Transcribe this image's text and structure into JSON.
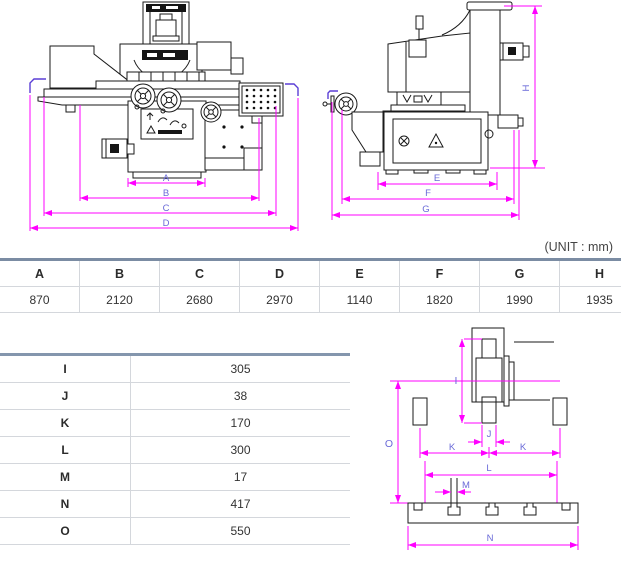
{
  "unit_note": "(UNIT : mm)",
  "top_table": {
    "headers": [
      "A",
      "B",
      "C",
      "D",
      "E",
      "F",
      "G",
      "H"
    ],
    "values": [
      "870",
      "2120",
      "2680",
      "2970",
      "1140",
      "1820",
      "1990",
      "1935"
    ]
  },
  "side_table": {
    "rows": [
      [
        "I",
        "305"
      ],
      [
        "J",
        "38"
      ],
      [
        "K",
        "170"
      ],
      [
        "L",
        "300"
      ],
      [
        "M",
        "17"
      ],
      [
        "N",
        "417"
      ],
      [
        "O",
        "550"
      ]
    ]
  },
  "diagrams": {
    "front": {
      "dims": [
        "A",
        "B",
        "C",
        "D"
      ]
    },
    "side": {
      "dims": [
        "E",
        "F",
        "G",
        "H"
      ]
    },
    "section": {
      "dims": [
        "I",
        "J",
        "K",
        "K",
        "L",
        "M",
        "N",
        "O"
      ]
    }
  },
  "colors": {
    "dimension_line": "#ff00ff",
    "dimension_label": "#6a6ad8",
    "table_edge_mark": "#5b3fd6",
    "table_top_border": "#7b8ca3",
    "drawing_line": "#1a1a1a"
  },
  "chart_data": {
    "type": "table",
    "title": "Machine dimensions (UNIT : mm)",
    "series": [
      {
        "name": "A-H",
        "categories": [
          "A",
          "B",
          "C",
          "D",
          "E",
          "F",
          "G",
          "H"
        ],
        "values": [
          870,
          2120,
          2680,
          2970,
          1140,
          1820,
          1990,
          1935
        ]
      },
      {
        "name": "I-O",
        "categories": [
          "I",
          "J",
          "K",
          "L",
          "M",
          "N",
          "O"
        ],
        "values": [
          305,
          38,
          170,
          300,
          17,
          417,
          550
        ]
      }
    ]
  }
}
